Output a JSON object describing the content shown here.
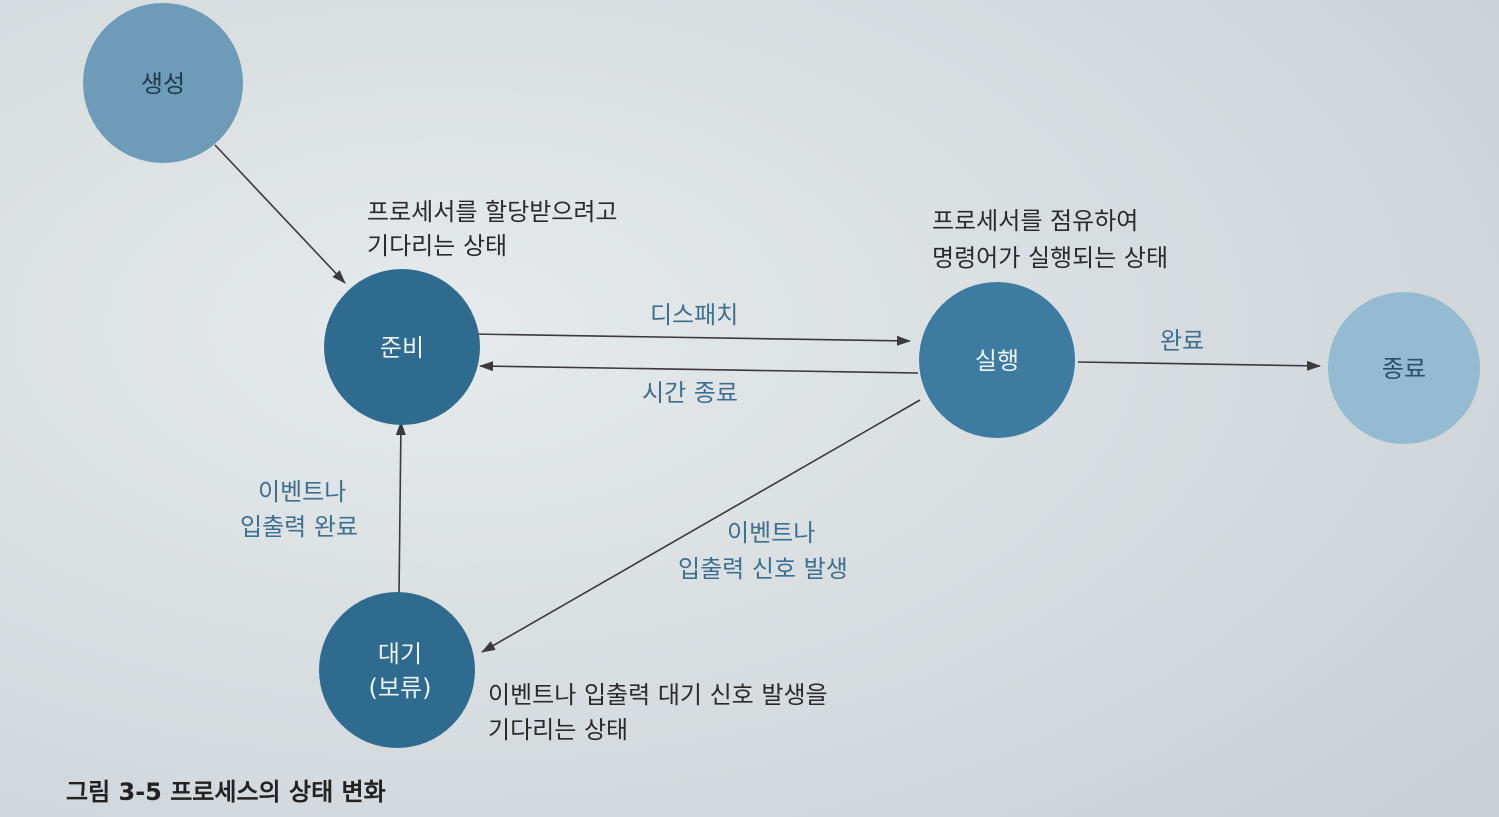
{
  "nodes": {
    "create": {
      "label": "생성"
    },
    "ready": {
      "label": "준비"
    },
    "running": {
      "label": "실행"
    },
    "terminated": {
      "label": "종료"
    },
    "waiting": {
      "line1": "대기",
      "line2": "(보류)"
    }
  },
  "descriptions": {
    "ready": [
      "프로세서를 할당받으려고",
      "기다리는 상태"
    ],
    "running": [
      "프로세서를 점유하여",
      "명령어가 실행되는 상태"
    ],
    "waiting": [
      "이벤트나 입출력 대기 신호 발생을",
      "기다리는 상태"
    ]
  },
  "edges": {
    "dispatch": "디스패치",
    "timeout": "시간 종료",
    "complete": "완료",
    "io_complete": [
      "이벤트나",
      "입출력 완료"
    ],
    "io_wait": [
      "이벤트나",
      "입출력 신호 발생"
    ]
  },
  "caption": "그림 3-5  프로세스의 상태 변화",
  "colors": {
    "dark_node": "#2f6a8f",
    "mid_node": "#3e7ba1",
    "light_node": "#6e9bb8",
    "pale_node": "#94bbd2",
    "edge_label": "#3f6f8f"
  }
}
